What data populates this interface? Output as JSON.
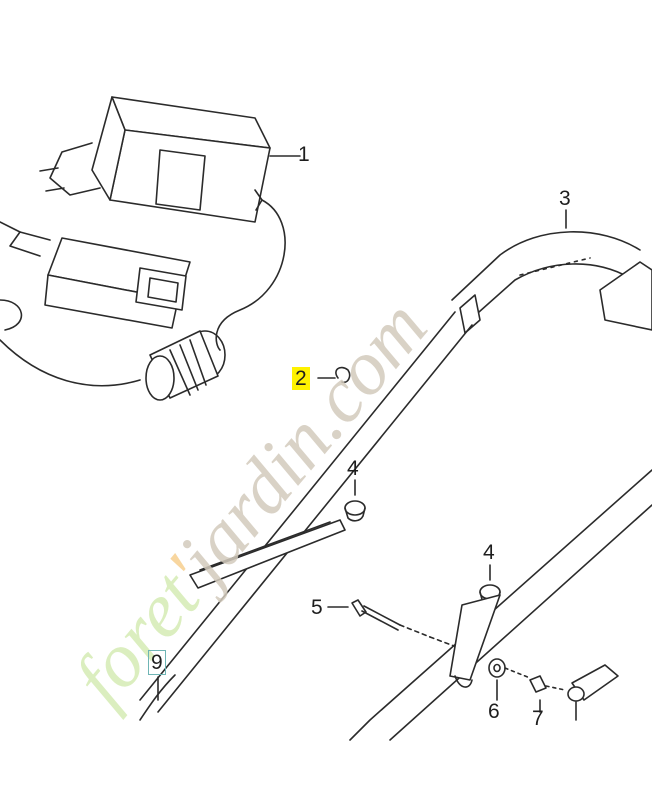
{
  "callouts": [
    {
      "id": "1",
      "label": "1"
    },
    {
      "id": "2",
      "label": "2"
    },
    {
      "id": "3",
      "label": "3"
    },
    {
      "id": "4a",
      "label": "4"
    },
    {
      "id": "4b",
      "label": "4"
    },
    {
      "id": "5",
      "label": "5"
    },
    {
      "id": "6",
      "label": "6"
    },
    {
      "id": "7",
      "label": "7"
    },
    {
      "id": "9",
      "label": "9"
    }
  ],
  "watermark": {
    "part1": "foret",
    "part2": "jardin",
    "part3": ".com",
    "colors": {
      "green": "#d5ecb4",
      "orange": "#f7cf8f",
      "taupe": "#d3cbbd"
    }
  },
  "colors": {
    "line": "#2b2b2b",
    "highlight": "#fff200",
    "box": "#6fb5b5"
  }
}
